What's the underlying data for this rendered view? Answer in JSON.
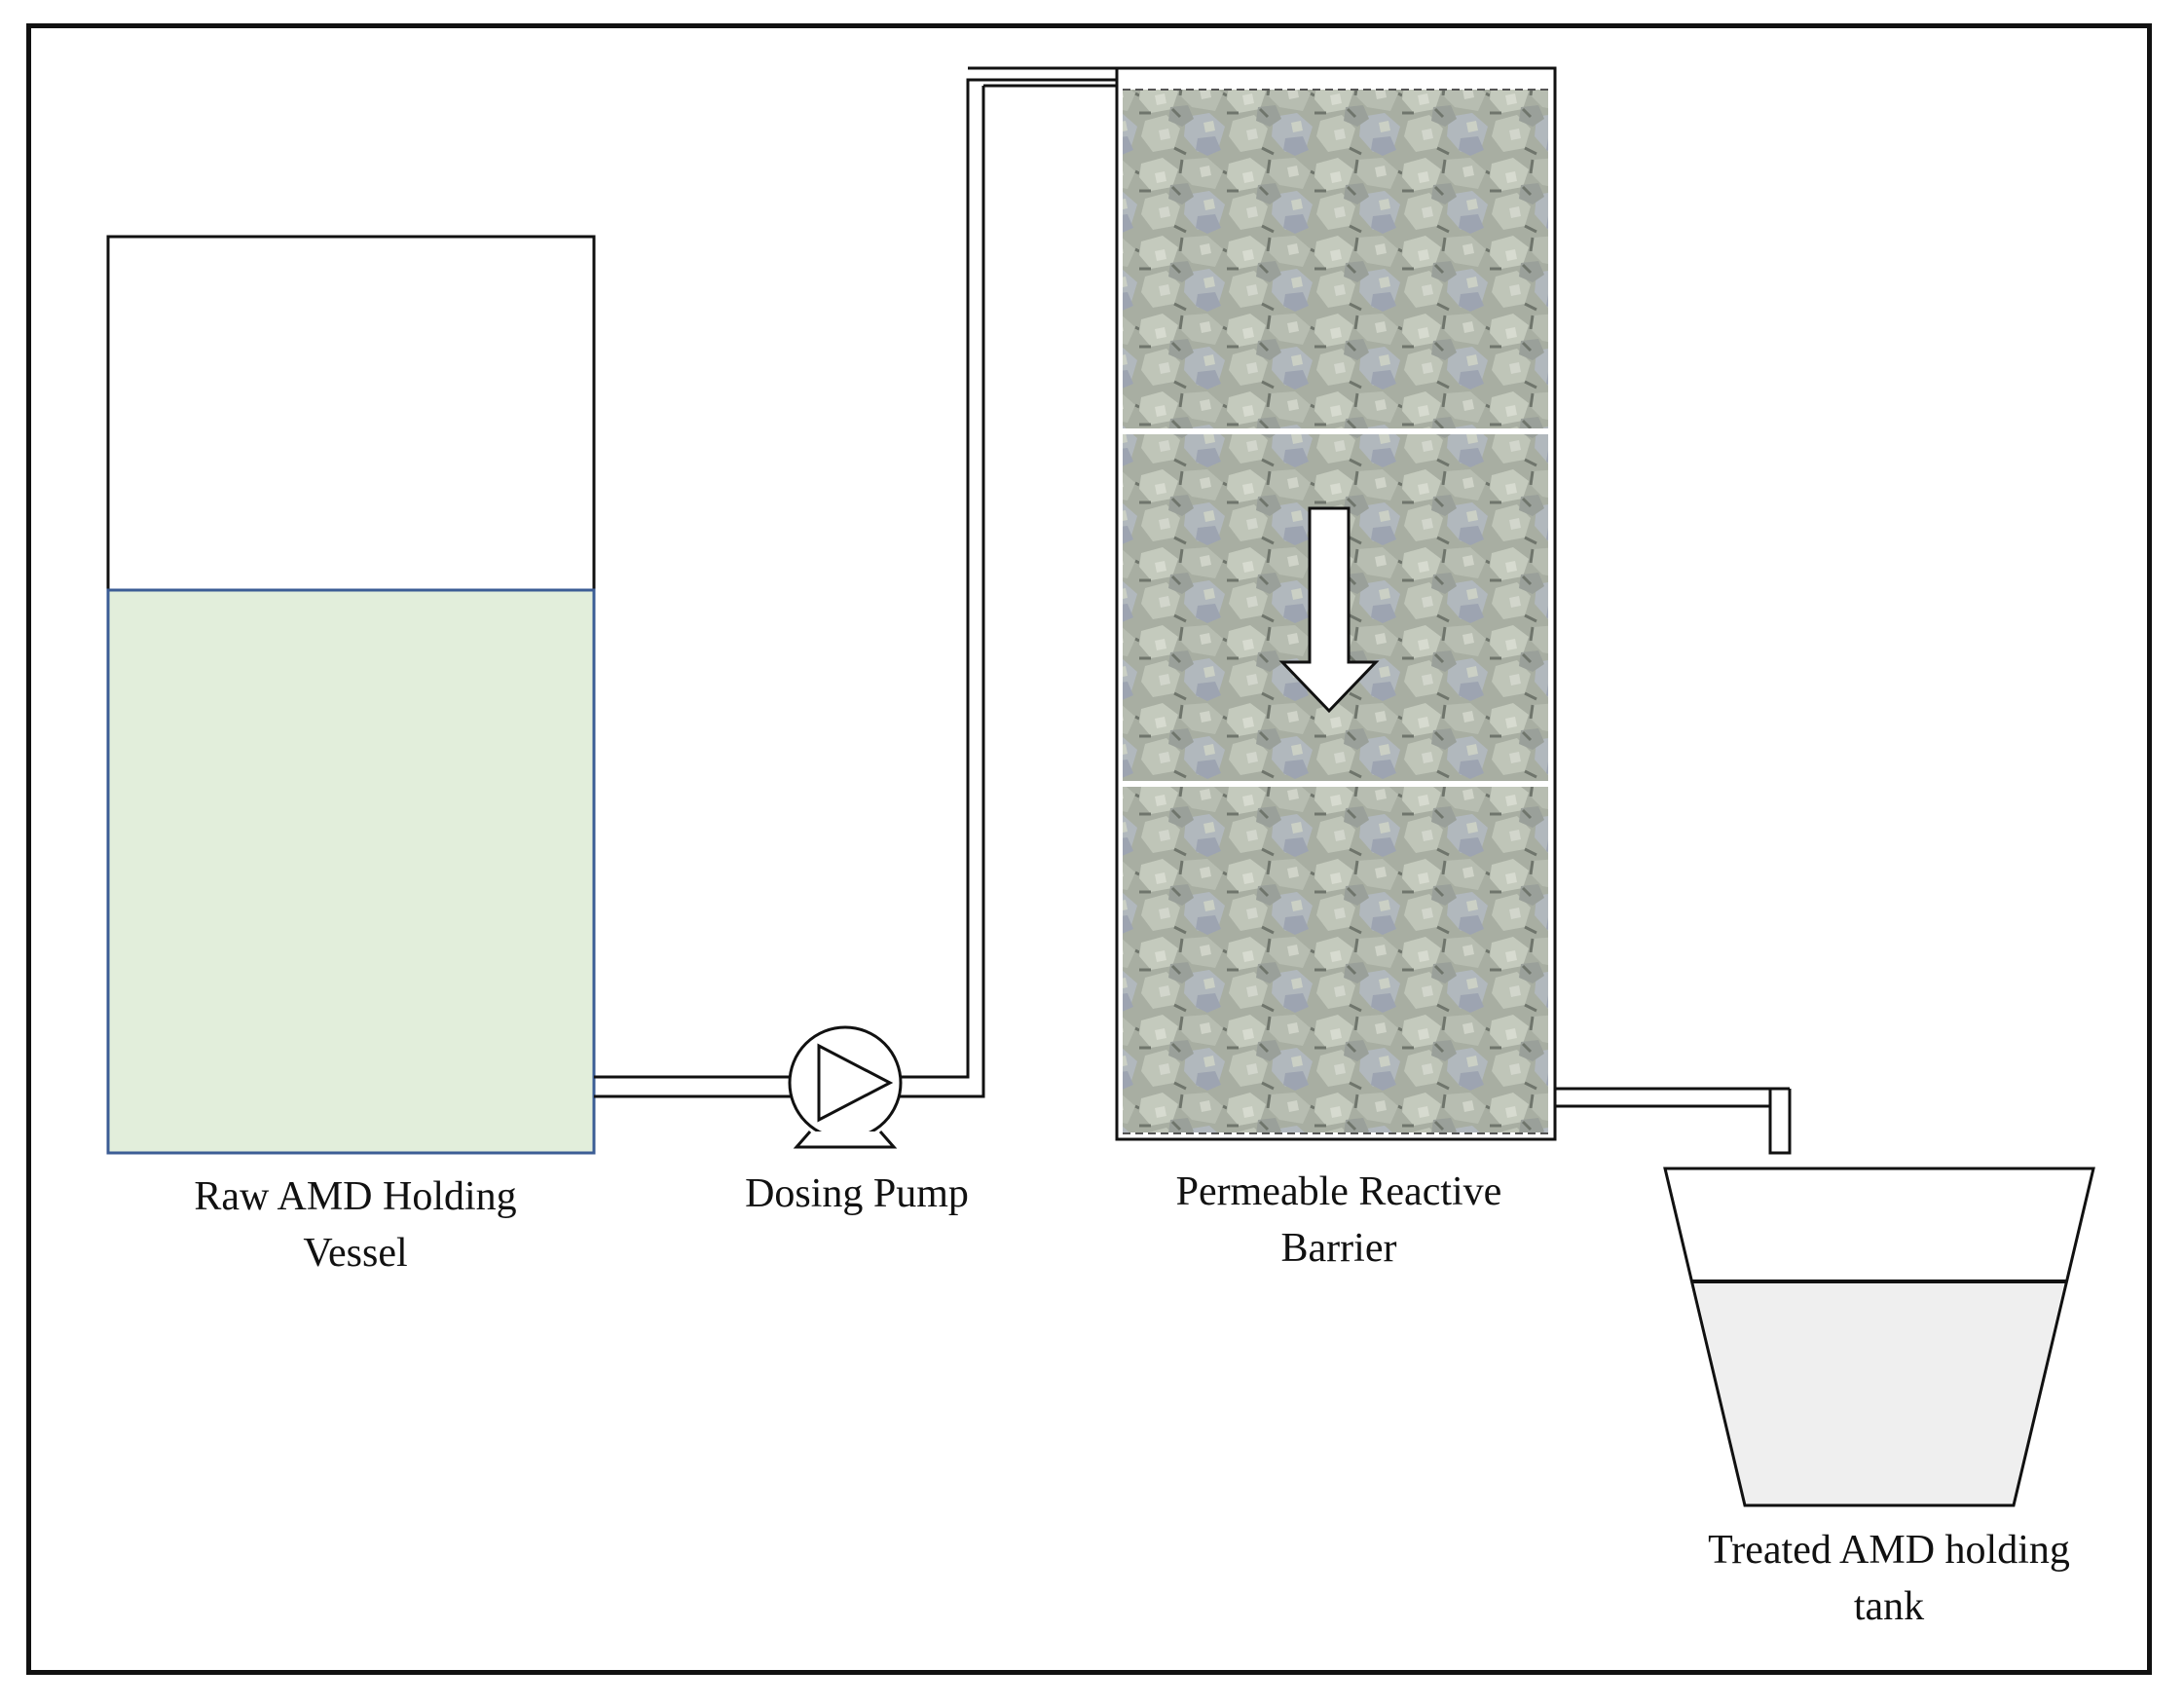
{
  "labels": {
    "raw_vessel": "Raw AMD Holding\nVessel",
    "dosing_pump": "Dosing Pump",
    "prb": "Permeable Reactive\nBarrier",
    "treated_tank": "Treated AMD holding\ntank"
  },
  "colors": {
    "raw_amd_liquid": "#e2eedb",
    "raw_amd_outline": "#3c5d95",
    "treated_liquid": "#efefef",
    "gravel_base": "#a6aca0",
    "frame": "#111111"
  },
  "icons": [
    "pump-icon",
    "flow-arrow-icon",
    "gravel-media"
  ],
  "prb_layers": 3
}
